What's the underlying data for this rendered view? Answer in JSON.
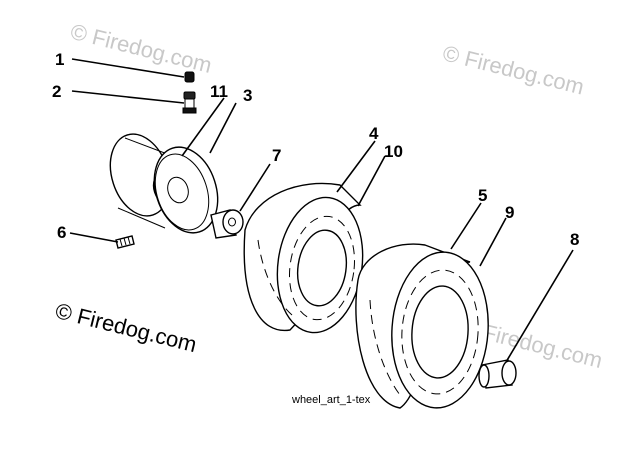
{
  "callouts": [
    "1",
    "2",
    "11",
    "3",
    "7",
    "4",
    "10",
    "5",
    "9",
    "8",
    "6"
  ],
  "caption": "wheel_art_1-tex",
  "watermark": "© Firedog.com"
}
